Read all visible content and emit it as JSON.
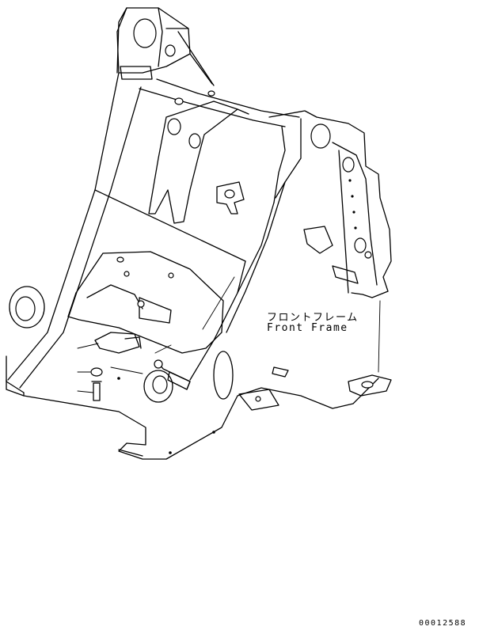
{
  "diagram": {
    "label_japanese": "フロントフレーム",
    "label_english": "Front Frame",
    "figure_number": "00012588"
  }
}
